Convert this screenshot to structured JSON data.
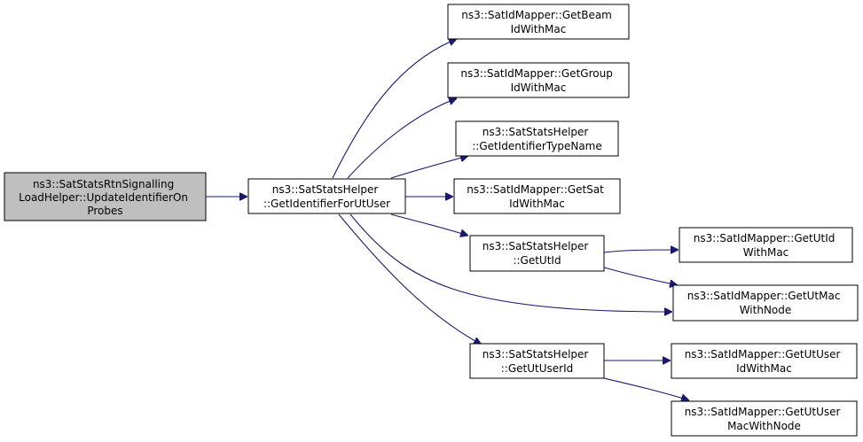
{
  "nodes": [
    {
      "id": "root",
      "lines": [
        "ns3::SatStatsRtnSignalling",
        "LoadHelper::UpdateIdentifierOn",
        "Probes"
      ]
    },
    {
      "id": "getIdentifierForUtUser",
      "lines": [
        "ns3::SatStatsHelper",
        "::GetIdentifierForUtUser"
      ]
    },
    {
      "id": "getBeamIdWithMac",
      "lines": [
        "ns3::SatIdMapper::GetBeam",
        "IdWithMac"
      ]
    },
    {
      "id": "getGroupIdWithMac",
      "lines": [
        "ns3::SatIdMapper::GetGroup",
        "IdWithMac"
      ]
    },
    {
      "id": "getIdentifierTypeName",
      "lines": [
        "ns3::SatStatsHelper",
        "::GetIdentifierTypeName"
      ]
    },
    {
      "id": "getSatIdWithMac",
      "lines": [
        "ns3::SatIdMapper::GetSat",
        "IdWithMac"
      ]
    },
    {
      "id": "getUtId",
      "lines": [
        "ns3::SatStatsHelper",
        "::GetUtId"
      ]
    },
    {
      "id": "getUtIdWithMac",
      "lines": [
        "ns3::SatIdMapper::GetUtId",
        "WithMac"
      ]
    },
    {
      "id": "getUtMacWithNode",
      "lines": [
        "ns3::SatIdMapper::GetUtMac",
        "WithNode"
      ]
    },
    {
      "id": "getUtUserId",
      "lines": [
        "ns3::SatStatsHelper",
        "::GetUtUserId"
      ]
    },
    {
      "id": "getUtUserIdWithMac",
      "lines": [
        "ns3::SatIdMapper::GetUtUser",
        "IdWithMac"
      ]
    },
    {
      "id": "getUtUserMacWithNode",
      "lines": [
        "ns3::SatIdMapper::GetUtUser",
        "MacWithNode"
      ]
    }
  ],
  "edges": [
    {
      "from": "root",
      "to": "getIdentifierForUtUser"
    },
    {
      "from": "getIdentifierForUtUser",
      "to": "getBeamIdWithMac"
    },
    {
      "from": "getIdentifierForUtUser",
      "to": "getGroupIdWithMac"
    },
    {
      "from": "getIdentifierForUtUser",
      "to": "getIdentifierTypeName"
    },
    {
      "from": "getIdentifierForUtUser",
      "to": "getSatIdWithMac"
    },
    {
      "from": "getIdentifierForUtUser",
      "to": "getUtId"
    },
    {
      "from": "getIdentifierForUtUser",
      "to": "getUtMacWithNode"
    },
    {
      "from": "getIdentifierForUtUser",
      "to": "getUtUserId"
    },
    {
      "from": "getUtId",
      "to": "getUtIdWithMac"
    },
    {
      "from": "getUtId",
      "to": "getUtMacWithNode"
    },
    {
      "from": "getUtUserId",
      "to": "getUtUserIdWithMac"
    },
    {
      "from": "getUtUserId",
      "to": "getUtUserMacWithNode"
    }
  ],
  "colors": {
    "edge": "#191970",
    "root_fill": "#bfbfbf",
    "node_fill": "#ffffff",
    "node_stroke": "#000000"
  }
}
